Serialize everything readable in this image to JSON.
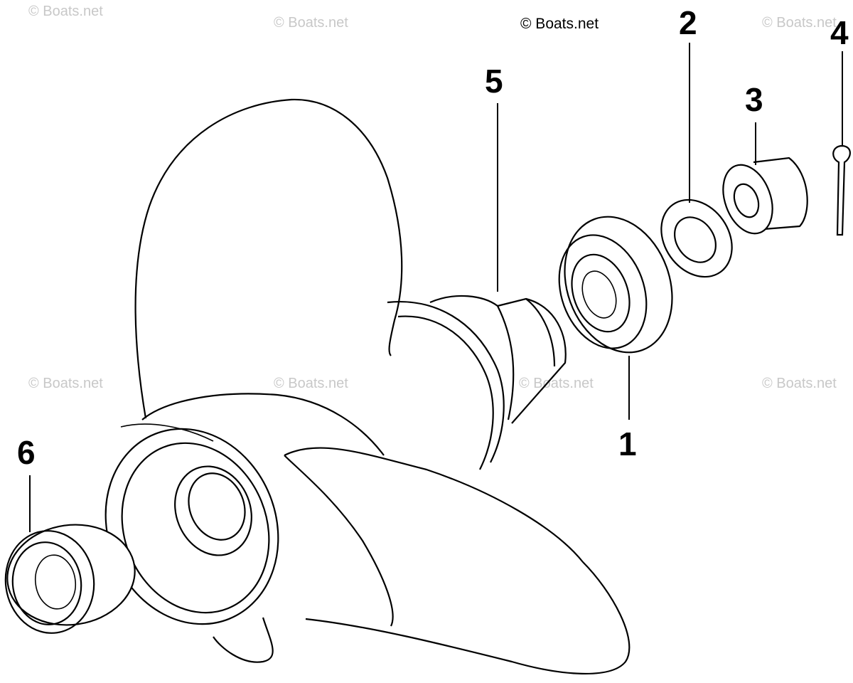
{
  "watermarks": {
    "text": "© Boats.net",
    "header_text": "© Boats.net"
  },
  "callouts": [
    {
      "id": "1",
      "label": "1"
    },
    {
      "id": "2",
      "label": "2"
    },
    {
      "id": "3",
      "label": "3"
    },
    {
      "id": "4",
      "label": "4"
    },
    {
      "id": "5",
      "label": "5"
    },
    {
      "id": "6",
      "label": "6"
    }
  ],
  "colors": {
    "line": "#000000",
    "watermark": "#c8c8c8",
    "background": "#ffffff"
  }
}
